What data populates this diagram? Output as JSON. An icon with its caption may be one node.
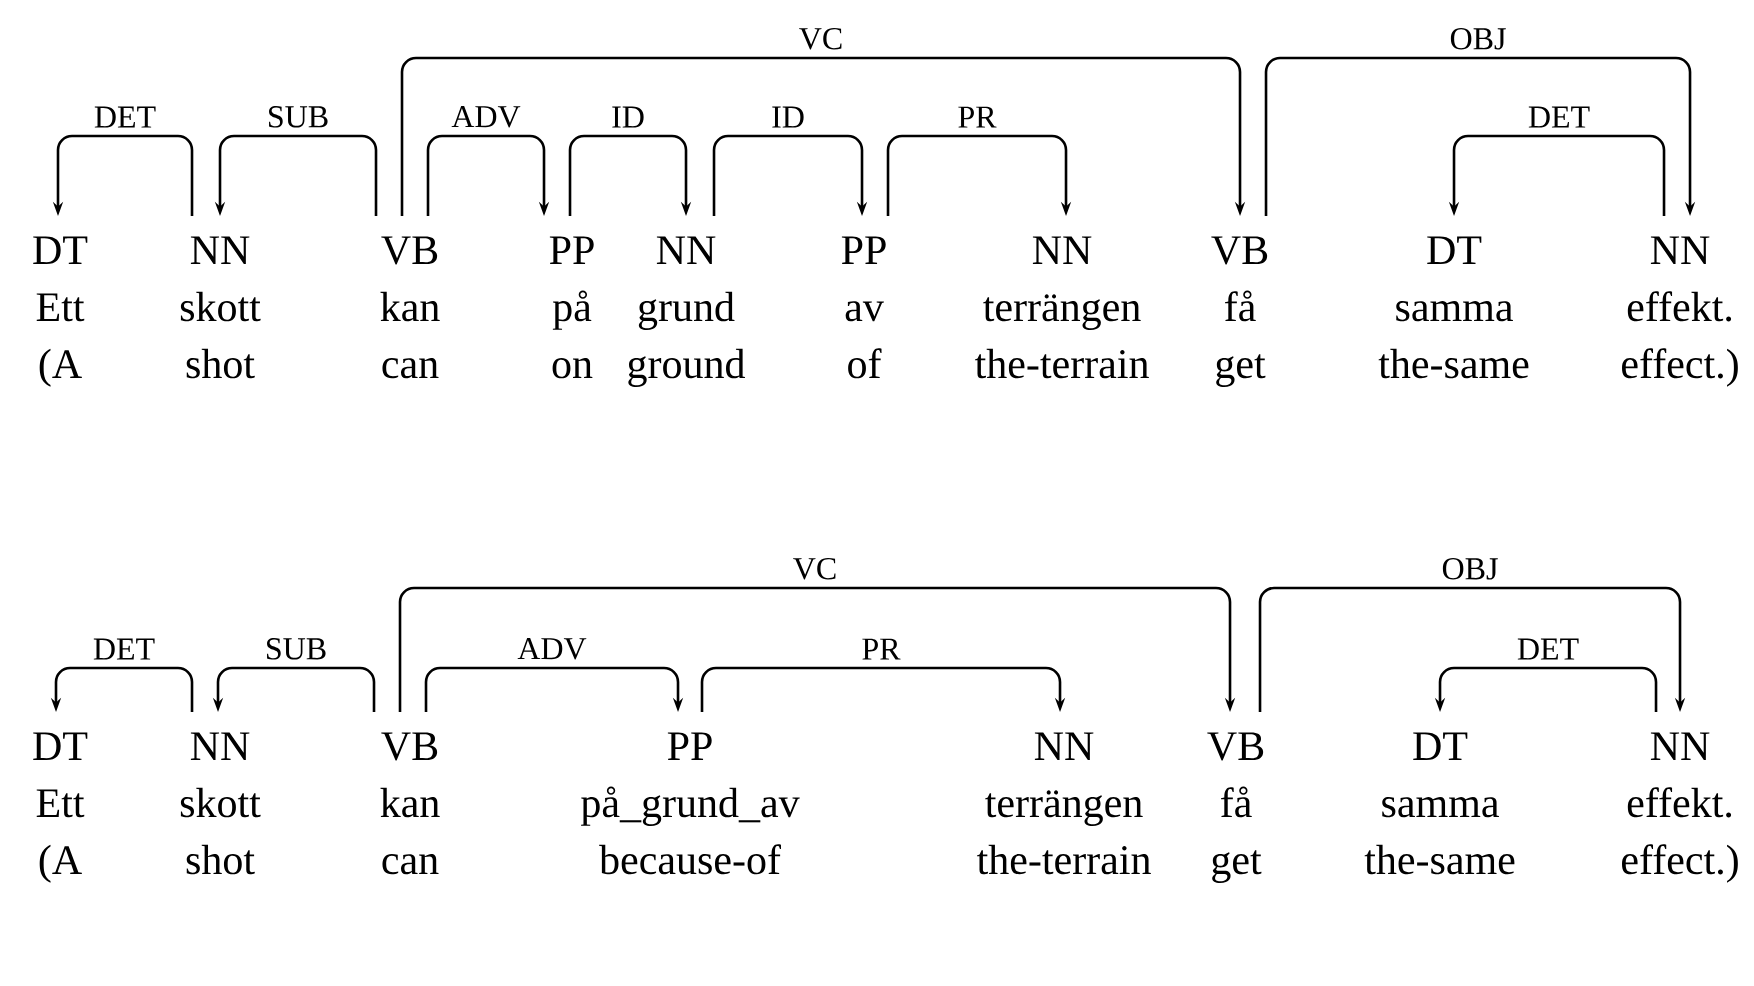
{
  "diagram": {
    "nodes": [
      {
        "text": [
          "DT",
          "Ett",
          "(A"
        ]
      },
      {
        "text": [
          "NN",
          "skott",
          "shot"
        ]
      },
      {
        "text": [
          "VB",
          "kan",
          "can"
        ]
      },
      {
        "text": [
          "PP",
          "på",
          "on"
        ]
      },
      {
        "text": [
          "NN",
          "grund",
          "ground"
        ]
      },
      {
        "text": [
          "PP",
          "av",
          "of"
        ]
      },
      {
        "text": [
          "NN",
          "terrängen",
          "the-terrain"
        ]
      },
      {
        "text": [
          "VB",
          "få",
          "get"
        ]
      },
      {
        "text": [
          "DT",
          "samma",
          "the-same"
        ]
      },
      {
        "text": [
          "NN",
          "effekt.",
          "effect.)"
        ]
      },
      {
        "text": [
          "DT",
          "Ett",
          "(A"
        ]
      },
      {
        "text": [
          "NN",
          "skott",
          "shot"
        ]
      },
      {
        "text": [
          "VB",
          "kan",
          "can"
        ]
      },
      {
        "text": [
          "PP",
          "på_grund_av",
          "because-of"
        ]
      },
      {
        "text": [
          "NN",
          "terrängen",
          "the-terrain"
        ]
      },
      {
        "text": [
          "VB",
          "få",
          "get"
        ]
      },
      {
        "text": [
          "DT",
          "samma",
          "the-same"
        ]
      },
      {
        "text": [
          "NN",
          "effekt.",
          "effect.)"
        ]
      }
    ],
    "edges": [
      {
        "from": 1,
        "to": 0,
        "arrow": "to",
        "label": "DET"
      },
      {
        "from": 2,
        "to": 1,
        "arrow": "to",
        "label": "SUB"
      },
      {
        "from": 2,
        "to": 7,
        "arrow": "to",
        "label": "VC"
      },
      {
        "from": 2,
        "to": 3,
        "arrow": "to",
        "label": "ADV"
      },
      {
        "from": 3,
        "to": 4,
        "arrow": "to",
        "label": "ID"
      },
      {
        "from": 4,
        "to": 5,
        "arrow": "to",
        "label": "ID"
      },
      {
        "from": 5,
        "to": 6,
        "arrow": "to",
        "label": "PR"
      },
      {
        "from": 7,
        "to": 9,
        "arrow": "to",
        "label": "OBJ"
      },
      {
        "from": 9,
        "to": 8,
        "arrow": "to",
        "label": "DET"
      },
      {
        "from": 11,
        "to": 10,
        "arrow": "to",
        "label": "DET"
      },
      {
        "from": 12,
        "to": 11,
        "arrow": "to",
        "label": "SUB"
      },
      {
        "from": 12,
        "to": 15,
        "arrow": "to",
        "label": "VC"
      },
      {
        "from": 12,
        "to": 13,
        "arrow": "to",
        "label": "ADV"
      },
      {
        "from": 13,
        "to": 14,
        "arrow": "to",
        "label": "PR"
      },
      {
        "from": 15,
        "to": 17,
        "arrow": "to",
        "label": "OBJ"
      },
      {
        "from": 17,
        "to": 16,
        "arrow": "to",
        "label": "DET"
      }
    ]
  }
}
